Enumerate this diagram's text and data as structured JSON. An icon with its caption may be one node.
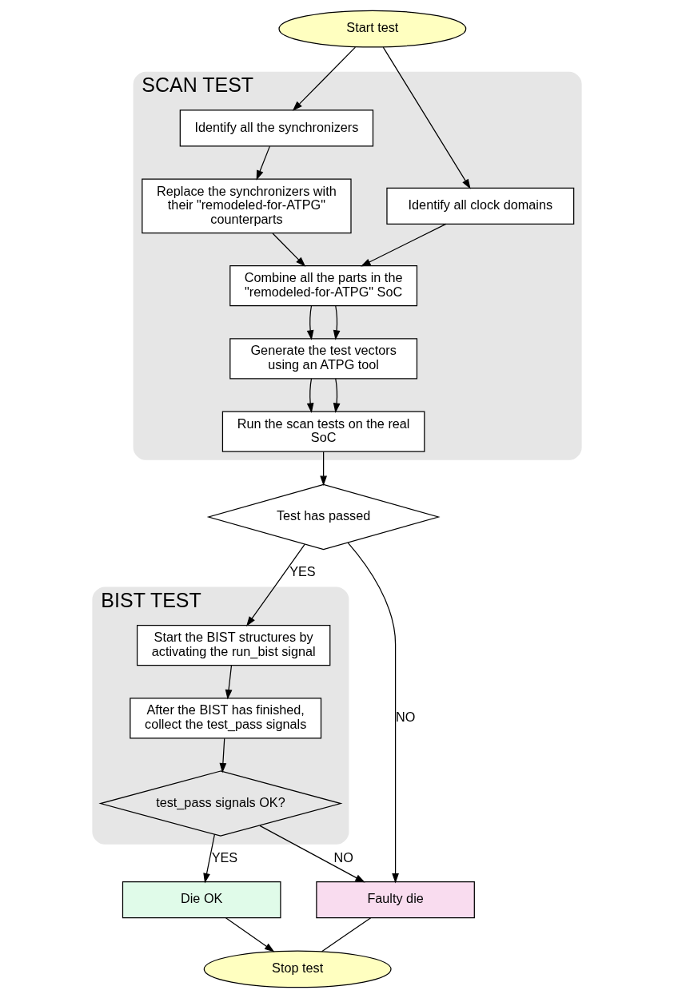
{
  "diagram": {
    "nodes": [
      {
        "text": [
          "Start test"
        ]
      },
      {
        "text": [
          "SCAN TEST"
        ]
      },
      {
        "text": [
          "Identify all clock domains"
        ],
        "in": 1
      },
      {
        "text": [
          "Identify all the synchronizers"
        ],
        "in": 1
      },
      {
        "text": [
          "Replace the synchronizers with their \"remodeled-for-ATPG\" counterparts"
        ],
        "in": 1
      },
      {
        "text": [
          "Combine all the parts in the \"remodeled-for-ATPG\" SoC"
        ],
        "in": 1
      },
      {
        "text": [
          "Generate the test vectors using an ATPG tool"
        ],
        "in": 1
      },
      {
        "text": [
          "Run the scan tests on the real SoC"
        ],
        "in": 1
      },
      {
        "text": [
          "Test has passed"
        ]
      },
      {
        "text": [
          "BIST TEST"
        ]
      },
      {
        "text": [
          "Start the BIST structures by activating the run_bist signal"
        ],
        "in": 9
      },
      {
        "text": [
          "After the BIST has finished, collect the test_pass signals"
        ],
        "in": 9
      },
      {
        "text": [
          "test_pass signals OK?"
        ],
        "in": 9
      },
      {
        "text": [
          "Die OK"
        ]
      },
      {
        "text": [
          "Faulty die"
        ]
      },
      {
        "text": [
          "Stop test"
        ]
      }
    ],
    "edges": [
      {
        "from": 0,
        "to": 2,
        "arrow": "to"
      },
      {
        "from": 0,
        "to": 3,
        "arrow": "to"
      },
      {
        "from": 2,
        "to": 5,
        "arrow": "to"
      },
      {
        "from": 3,
        "to": 4,
        "arrow": "to"
      },
      {
        "from": 4,
        "to": 5,
        "arrow": "to"
      },
      {
        "from": 5,
        "to": 6,
        "arrow": "to"
      },
      {
        "from": 5,
        "to": 6,
        "arrow": "to"
      },
      {
        "from": 6,
        "to": 7,
        "arrow": "to"
      },
      {
        "from": 6,
        "to": 7,
        "arrow": "to"
      },
      {
        "from": 7,
        "to": 8,
        "arrow": "to"
      },
      {
        "from": 8,
        "to": 10,
        "arrow": "to",
        "label": "YES"
      },
      {
        "from": 8,
        "to": 14,
        "arrow": "to",
        "label": "NO"
      },
      {
        "from": 10,
        "to": 11,
        "arrow": "to"
      },
      {
        "from": 11,
        "to": 12,
        "arrow": "to"
      },
      {
        "from": 12,
        "to": 13,
        "arrow": "to",
        "label": "YES"
      },
      {
        "from": 12,
        "to": 14,
        "arrow": "to",
        "label": "NO"
      },
      {
        "from": 13,
        "to": 15,
        "arrow": "to"
      },
      {
        "from": 14,
        "to": 15,
        "arrow": "none"
      }
    ]
  }
}
